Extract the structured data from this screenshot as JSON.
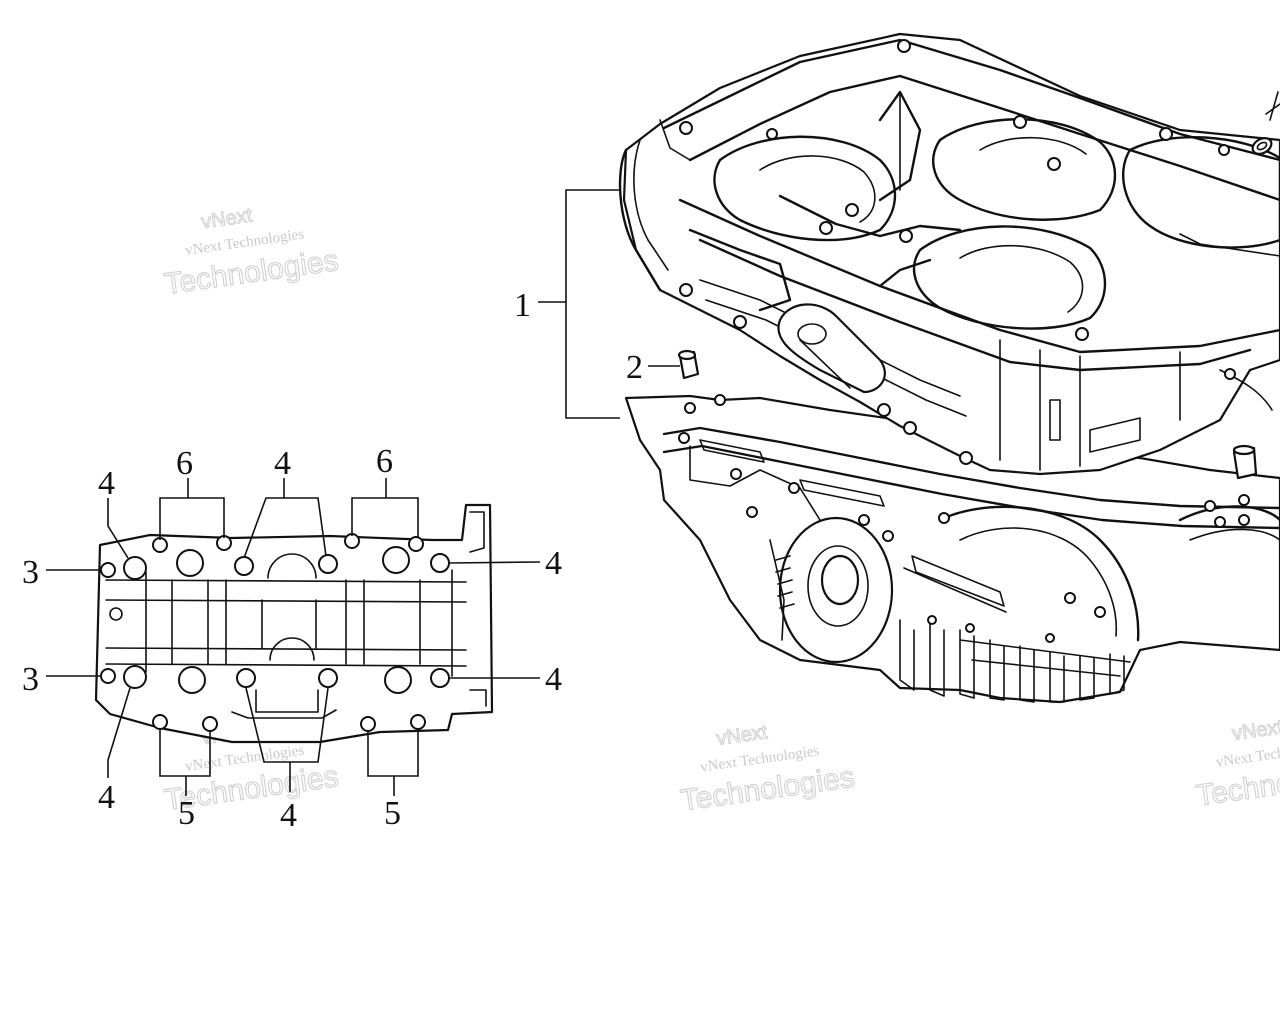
{
  "watermark": {
    "line1": "vNext Technologies",
    "line2": "vNext",
    "line3": "Technologies"
  },
  "callouts": {
    "part1": "1",
    "part2": "2",
    "part3": "3",
    "part4": "4",
    "part5": "5",
    "part6": "6"
  },
  "colors": {
    "line": "#111111",
    "watermark": "#c9c9c9",
    "background": "#ffffff"
  }
}
